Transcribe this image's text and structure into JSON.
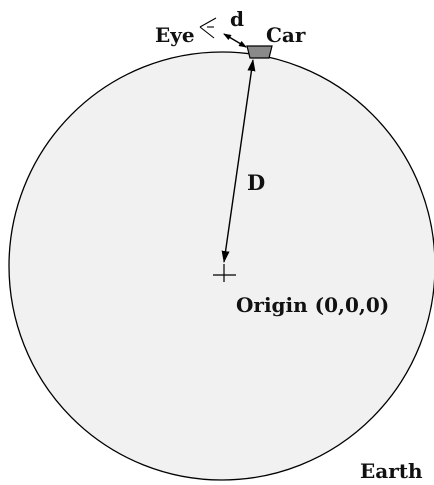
{
  "labels": {
    "eye": "Eye",
    "d": "d",
    "car": "Car",
    "D": "D",
    "origin": "Origin (0,0,0)",
    "earth": "Earth"
  },
  "colors": {
    "earth_fill": "#f1f1f1",
    "car_fill": "#8a8a8a",
    "stroke": "#000000"
  }
}
